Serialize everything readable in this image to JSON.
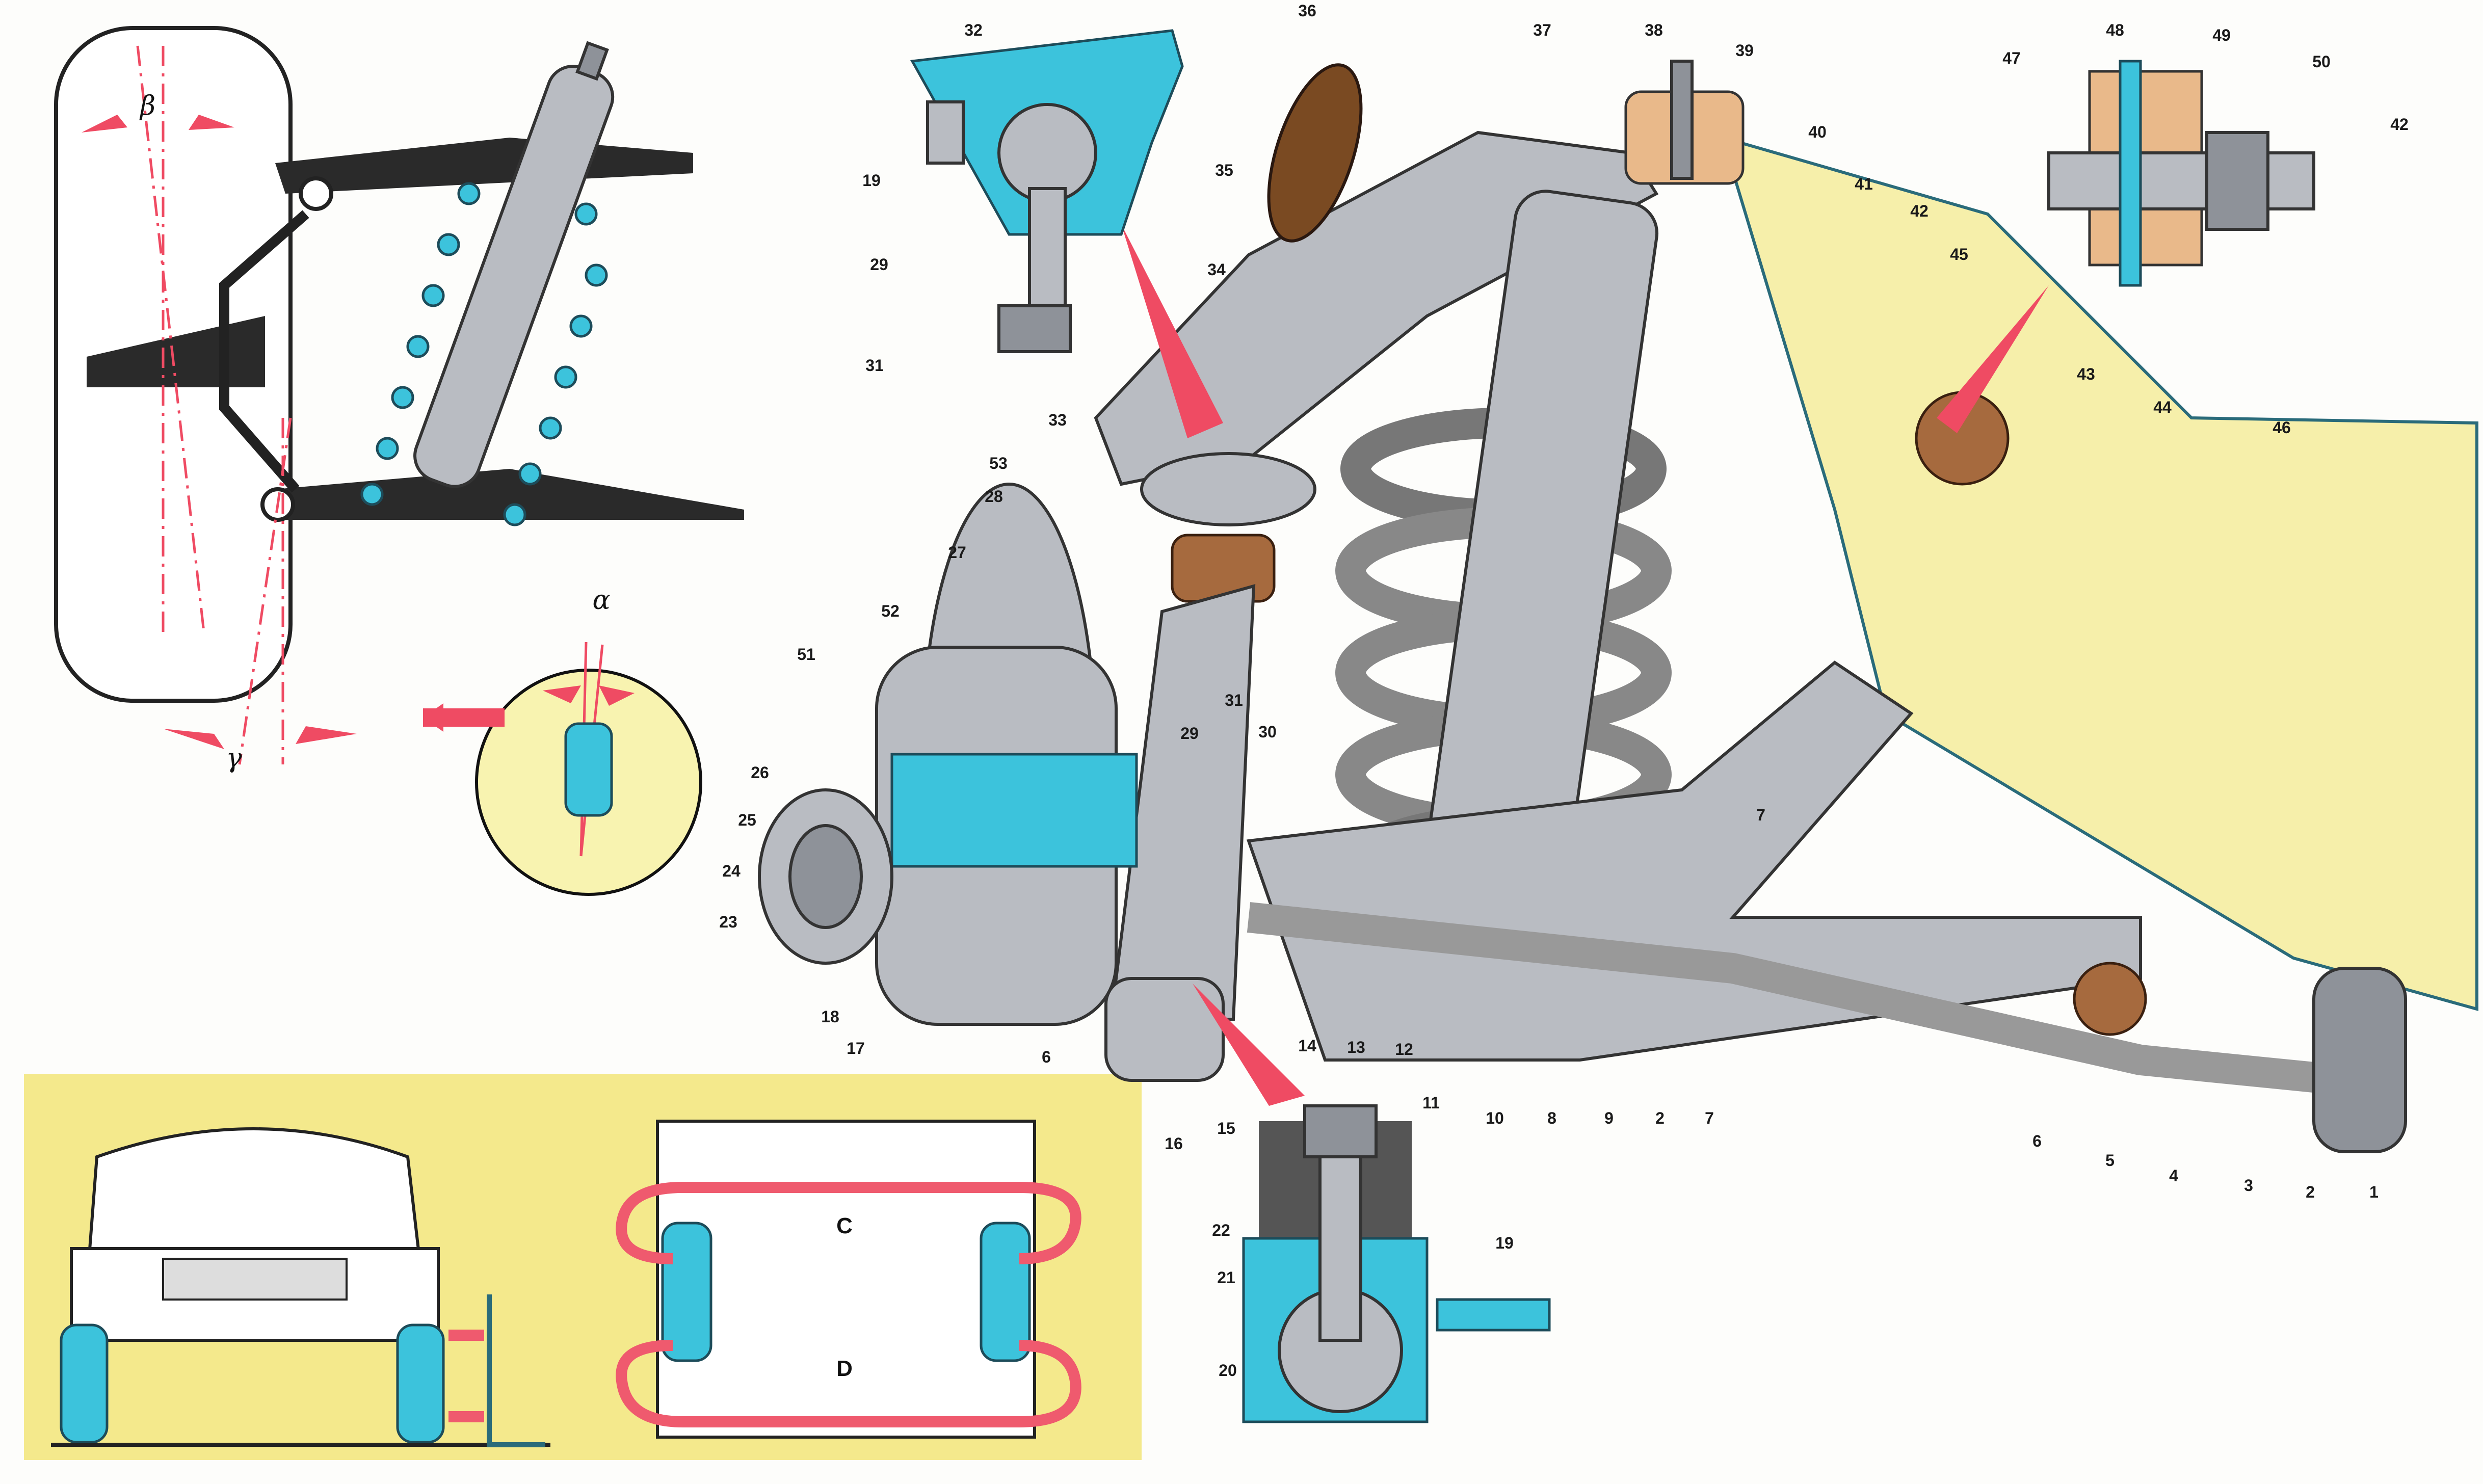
{
  "title": "Front suspension diagram",
  "callouts": [
    "32",
    "19",
    "29",
    "31",
    "36",
    "35",
    "34",
    "33",
    "37",
    "38",
    "39",
    "40",
    "41",
    "42",
    "45",
    "47",
    "48",
    "49",
    "50",
    "42",
    "43",
    "44",
    "46",
    "53",
    "28",
    "27",
    "52",
    "51",
    "31",
    "29",
    "30",
    "26",
    "25",
    "24",
    "23",
    "18",
    "17",
    "6",
    "14",
    "13",
    "12",
    "11",
    "10",
    "8",
    "9",
    "2",
    "7",
    "7",
    "6",
    "5",
    "4",
    "3",
    "2",
    "1",
    "16",
    "15",
    "22",
    "19",
    "21",
    "20"
  ],
  "angles": {
    "camber": "β",
    "caster": "α",
    "kingpin": "γ"
  },
  "toe_marks": {
    "front": "C",
    "rear": "D"
  },
  "colors": {
    "accent_red": "#ef4b63",
    "cyan": "#3cc3dc",
    "panel_yellow": "#f6efaa",
    "metal": "#b9bcc2"
  }
}
